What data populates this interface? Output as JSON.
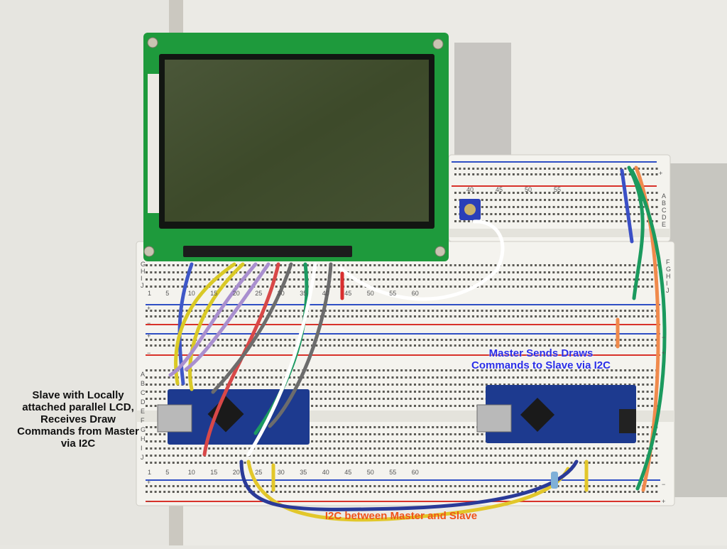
{
  "captions": {
    "slave": "Slave with Locally\nattached parallel LCD,\nReceives Draw\nCommands from Master\nvia I2C",
    "master": "Master Sends Draws\nCommands to Slave via I2C",
    "i2c": "I2C between Master and Slave"
  },
  "breadboard": {
    "column_numbers_top": [
      "40",
      "45",
      "50",
      "55"
    ],
    "column_numbers_mid": [
      "1",
      "5",
      "10",
      "15",
      "20",
      "25",
      "30",
      "35",
      "40",
      "45",
      "50",
      "55",
      "60"
    ],
    "column_numbers_bottom": [
      "1",
      "5",
      "10",
      "15",
      "20",
      "25",
      "30",
      "35",
      "40",
      "45",
      "50",
      "55",
      "60"
    ],
    "row_letters_right_top": [
      "A",
      "B",
      "C",
      "D",
      "E"
    ],
    "row_letters_right_mid": [
      "F",
      "G",
      "H",
      "I",
      "J"
    ],
    "row_letters_left_top": [
      "G",
      "H",
      "I",
      "J"
    ],
    "row_letters_left_bottom": [
      "A",
      "B",
      "C",
      "D",
      "E",
      "F",
      "G",
      "H",
      "I",
      "J"
    ],
    "rail_signs": [
      "+",
      "−"
    ]
  },
  "colors": {
    "wall": "#e7e6e1",
    "breadboard": "#f4f3ee",
    "lcd_pcb": "#1e9a3c",
    "lcd_screen": "#3d4a2a",
    "arduino_pcb": "#1d3a8f",
    "rail_red": "#d8322a",
    "rail_blue": "#2f4fc4"
  }
}
